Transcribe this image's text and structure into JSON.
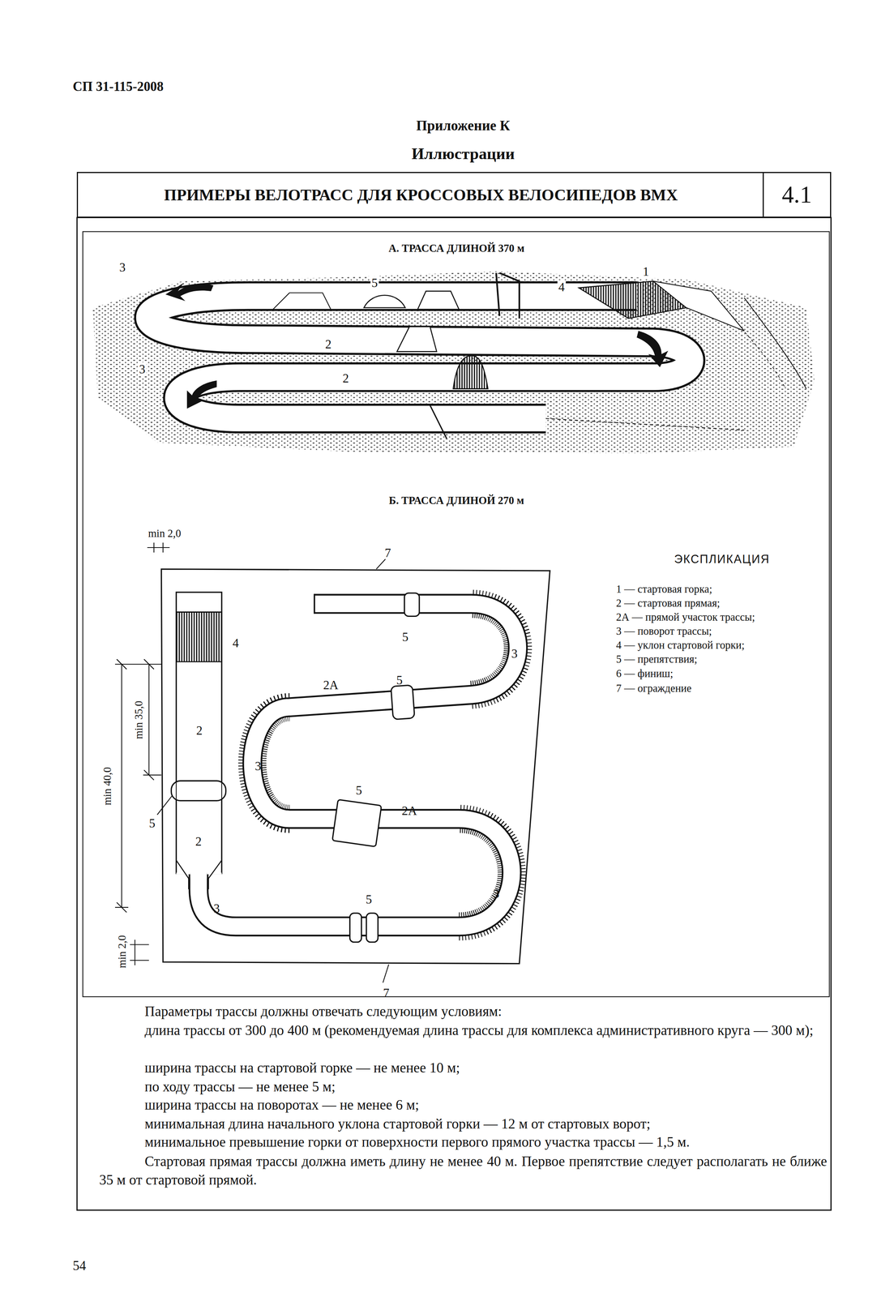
{
  "diagram": {
    "title": "Приложение К",
    "nodes": [
      {
        "text": [
          "ПРИМЕРЫ ВЕЛОТРАСС ДЛЯ КРОССОВЫХ ВЕЛОСИПЕДОВ ВМХ"
        ]
      },
      {
        "text": [
          "4.1"
        ]
      }
    ],
    "labels": [
      "СП 31-115-2008",
      "Иллюстрации",
      "А. ТРАССА ДЛИНОЙ 370 м",
      "3",
      "5",
      "1",
      "4",
      "2",
      "3",
      "2",
      "Б. ТРАССА ДЛИНОЙ 270 м",
      "min 2,0",
      "7",
      "ЭКСПЛИКАЦИЯ",
      "1 — стартовая горка;",
      "2 — стартовая прямая;",
      "2А — прямой участок трассы;",
      "3 — поворот трассы;",
      "4 — уклон стартовой горки;",
      "5 — препятствия;",
      "6 — финиш;",
      "7 — ограждение",
      "4",
      "5",
      "3",
      "2А",
      "5",
      "min 35,0",
      "2",
      "3",
      "min 40,0",
      "5",
      "2А",
      "5",
      "2",
      "3",
      "5",
      "3",
      "min 2,0",
      "7",
      "Параметры трассы должны отвечать следующим условиям:",
      "длина трассы от 300 до 400 м (рекомендуемая длина трассы для комплекса административного круга — 300 м);",
      "ширина трассы на стартовой горке — не менее 10 м;",
      "по ходу трассы — не менее 5 м;",
      "ширина трассы на поворотах — не менее 6 м;",
      "минимальная длина начального уклона стартовой горки — 12 м от стартовых ворот;",
      "минимальное превышение горки от поверхности первого прямого участка трассы — 1,5 м.",
      "Стартовая прямая трассы должна иметь длину не менее 40 м. Первое препятствие следует располагать не ближе 35 м от стартовой прямой.",
      "54"
    ]
  }
}
